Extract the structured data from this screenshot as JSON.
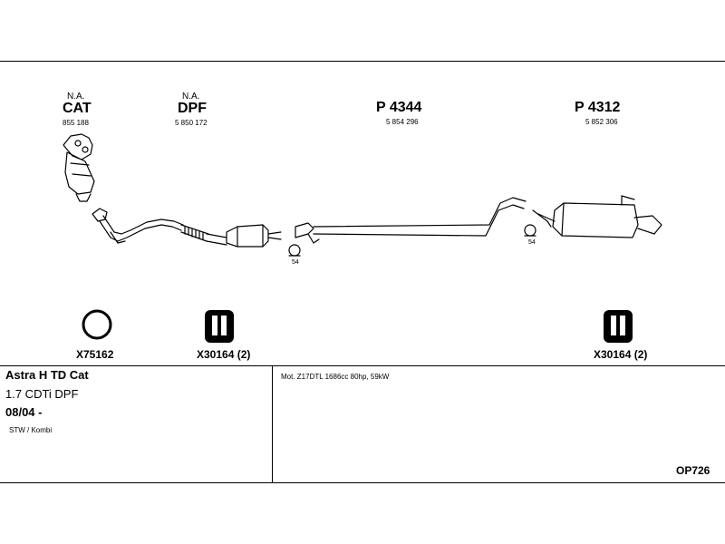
{
  "labels": {
    "cat": {
      "na": "N.A.",
      "code": "CAT",
      "number": "855 188"
    },
    "dpf": {
      "na": "N.A.",
      "code": "DPF",
      "number": "5 850 172"
    },
    "p4344": {
      "code": "P 4344",
      "number": "5 854 296"
    },
    "p4312": {
      "code": "P 4312",
      "number": "5 852 306"
    },
    "clamp1": "54",
    "clamp2": "54"
  },
  "parts": {
    "ring": "X75162",
    "hanger1": "X30164 (2)",
    "hanger2": "X30164 (2)"
  },
  "info": {
    "model": "Astra H TD Cat",
    "engine": "1.7 CDTi DPF",
    "date": "08/04 -",
    "body": "STW / Kombi",
    "motor": "Mot. Z17DTL 1686cc 80hp, 59kW",
    "ref": "OP726"
  }
}
